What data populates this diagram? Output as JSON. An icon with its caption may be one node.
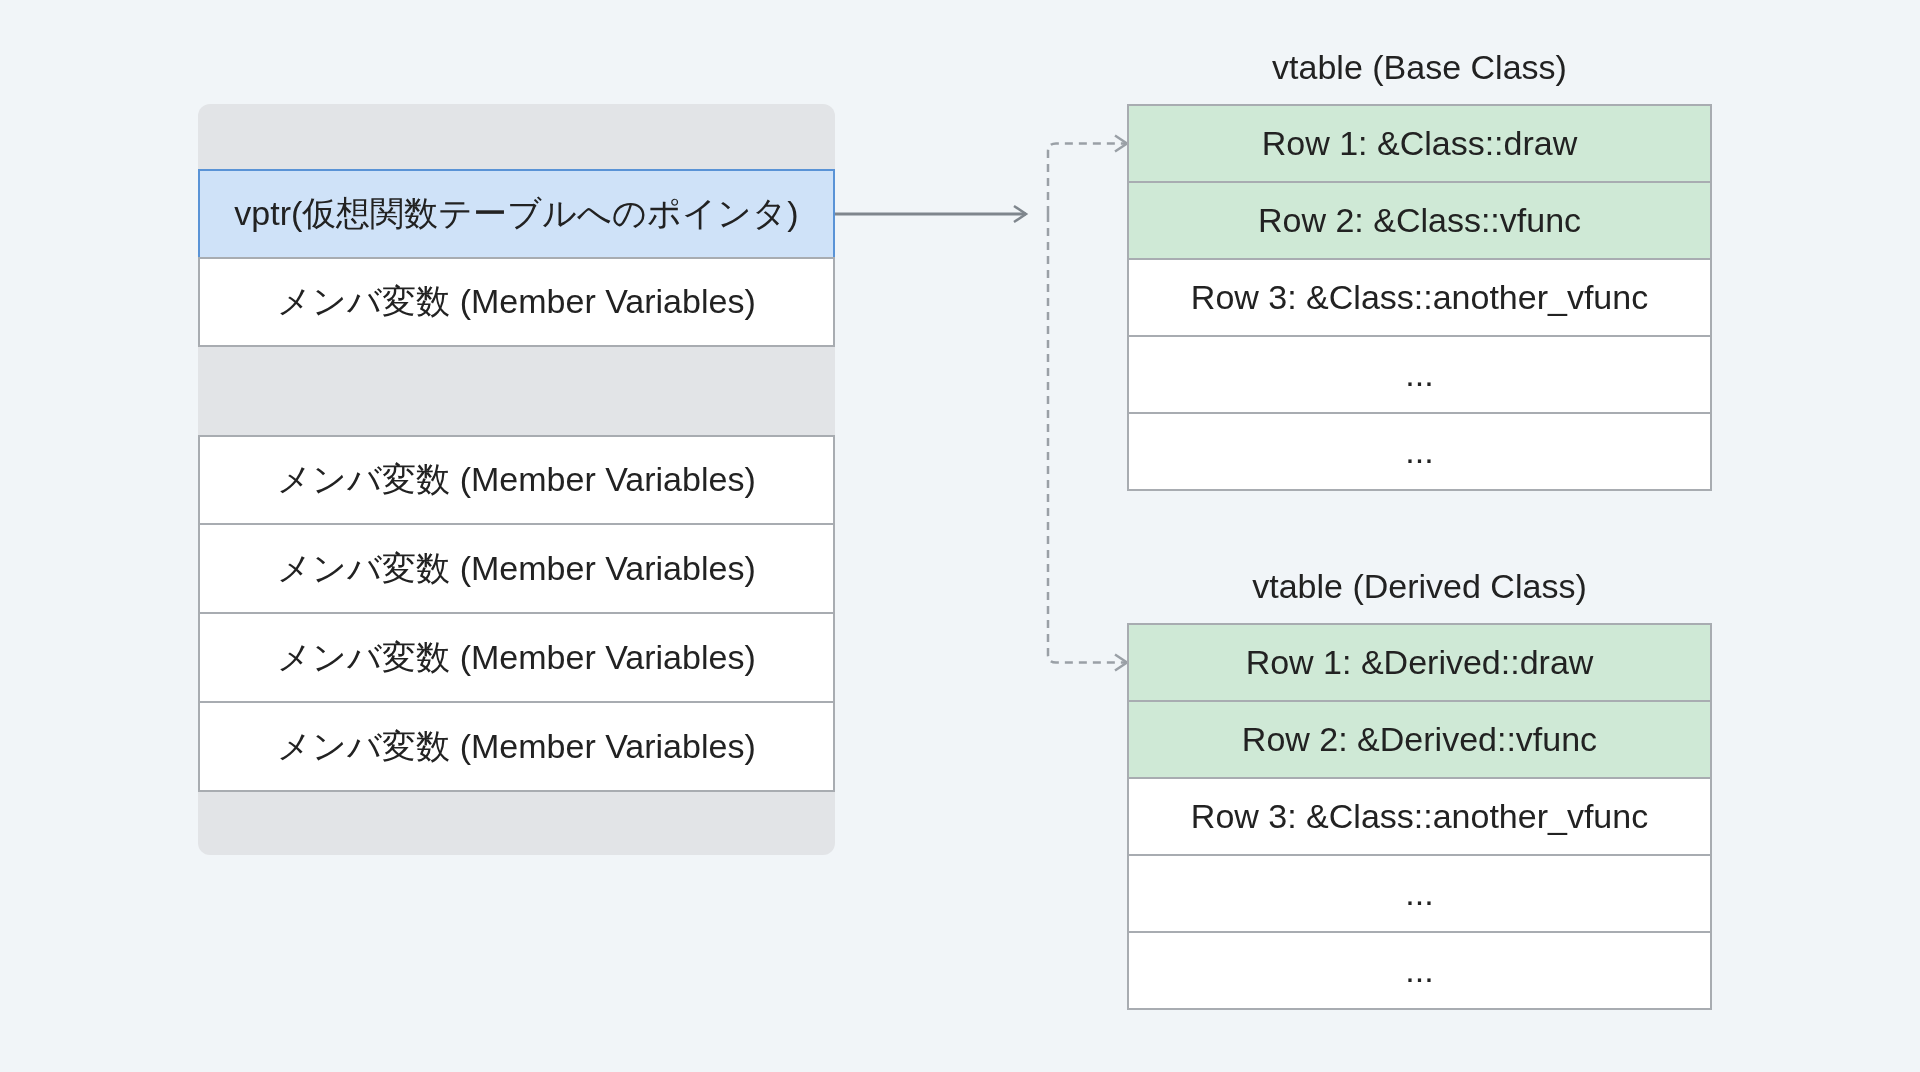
{
  "diagram": {
    "nodes": [
      {
        "text": [],
        "shape": "box"
      },
      {
        "text": [
          "vptr(仮想関数テーブルへのポインタ)"
        ],
        "in": 0
      },
      {
        "text": [
          "メンバ変数 (Member Variables)"
        ],
        "in": 0
      },
      {
        "text": [
          "メンバ変数 (Member Variables)"
        ],
        "in": 0
      },
      {
        "text": [
          "メンバ変数 (Member Variables)"
        ],
        "in": 0
      },
      {
        "text": [
          "メンバ変数 (Member Variables)"
        ],
        "in": 0
      },
      {
        "text": [
          "メンバ変数 (Member Variables)"
        ],
        "in": 0
      },
      {
        "text": [
          "vtable (Base Class)"
        ]
      },
      {
        "text": [
          "Row 1: &Class::draw"
        ],
        "in": 7
      },
      {
        "text": [
          "Row 2: &Class::vfunc"
        ],
        "in": 7
      },
      {
        "text": [
          "Row 3: &Class::another_vfunc"
        ],
        "in": 7
      },
      {
        "text": [
          "..."
        ],
        "in": 7
      },
      {
        "text": [
          "..."
        ],
        "in": 7
      },
      {
        "text": [
          "vtable (Derived Class)"
        ]
      },
      {
        "text": [
          "Row 1: &Derived::draw"
        ],
        "in": 13
      },
      {
        "text": [
          "Row 2: &Derived::vfunc"
        ],
        "in": 13
      },
      {
        "text": [
          "Row 3: &Class::another_vfunc"
        ],
        "in": 13
      },
      {
        "text": [
          "..."
        ],
        "in": 13
      },
      {
        "text": [
          "..."
        ],
        "in": 13
      }
    ],
    "edges": [
      {
        "from": 1,
        "to": null,
        "arrow": "to"
      },
      {
        "from": null,
        "to": 8,
        "arrow": "to",
        "style": "dashed"
      },
      {
        "from": null,
        "to": 14,
        "arrow": "to",
        "style": "dashed"
      }
    ]
  }
}
